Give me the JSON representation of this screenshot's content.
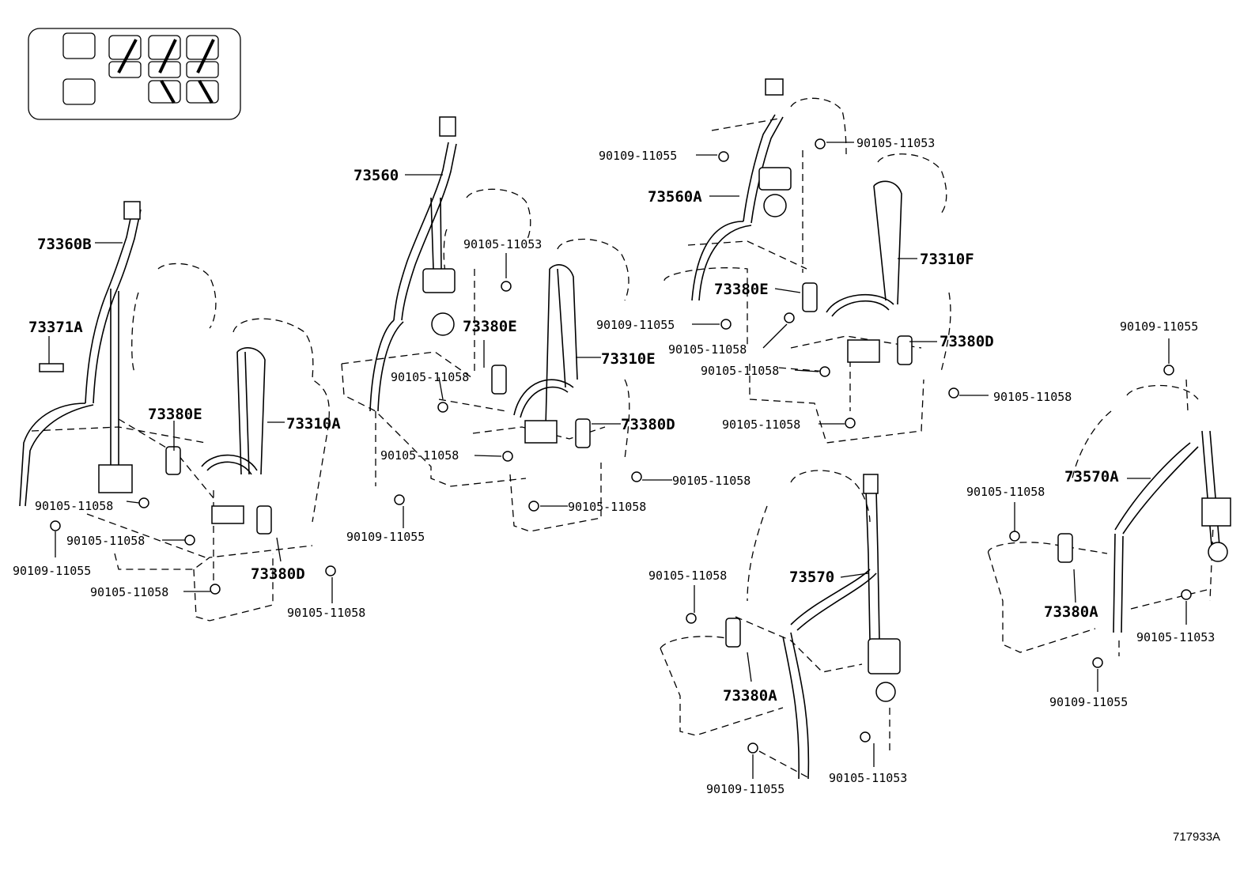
{
  "figure_code": "717933A",
  "seat_layout_icon": {
    "name": "seat-layout",
    "icon": "seat-layout-icon"
  },
  "callouts": {
    "c_73360B": "73360B",
    "c_73371A": "73371A",
    "c_73380E_1": "73380E",
    "c_73310A": "73310A",
    "c_73380D_1": "73380D",
    "c_90105_11058_a": "90105-11058",
    "c_90105_11058_b": "90105-11058",
    "c_90105_11058_c": "90105-11058",
    "c_90105_11058_d": "90105-11058",
    "c_90109_11055_a": "90109-11055",
    "c_73560": "73560",
    "c_90105_11053_a": "90105-11053",
    "c_73380E_2": "73380E",
    "c_90105_11058_e": "90105-11058",
    "c_73310E": "73310E",
    "c_73380D_2": "73380D",
    "c_90105_11058_f": "90105-11058",
    "c_90105_11058_g": "90105-11058",
    "c_90105_11058_h": "90105-11058",
    "c_90109_11055_b": "90109-11055",
    "c_90109_11055_c": "90109-11055",
    "c_73560A": "73560A",
    "c_90105_11053_b": "90105-11053",
    "c_73310F": "73310F",
    "c_73380E_3": "73380E",
    "c_90109_11055_d": "90109-11055",
    "c_90105_11058_i": "90105-11058",
    "c_90105_11058_j": "90105-11058",
    "c_73380D_3": "73380D",
    "c_90105_11058_k": "90105-11058",
    "c_90105_11058_l": "90105-11058",
    "c_90109_11055_e": "90109-11055",
    "c_73570A": "73570A",
    "c_90105_11058_m": "90105-11058",
    "c_73380A_1": "73380A",
    "c_90105_11053_c": "90105-11053",
    "c_90109_11055_f": "90109-11055",
    "c_90105_11058_n": "90105-11058",
    "c_73570": "73570",
    "c_73380A_2": "73380A",
    "c_90109_11055_g": "90109-11055",
    "c_90105_11053_d": "90105-11053"
  }
}
